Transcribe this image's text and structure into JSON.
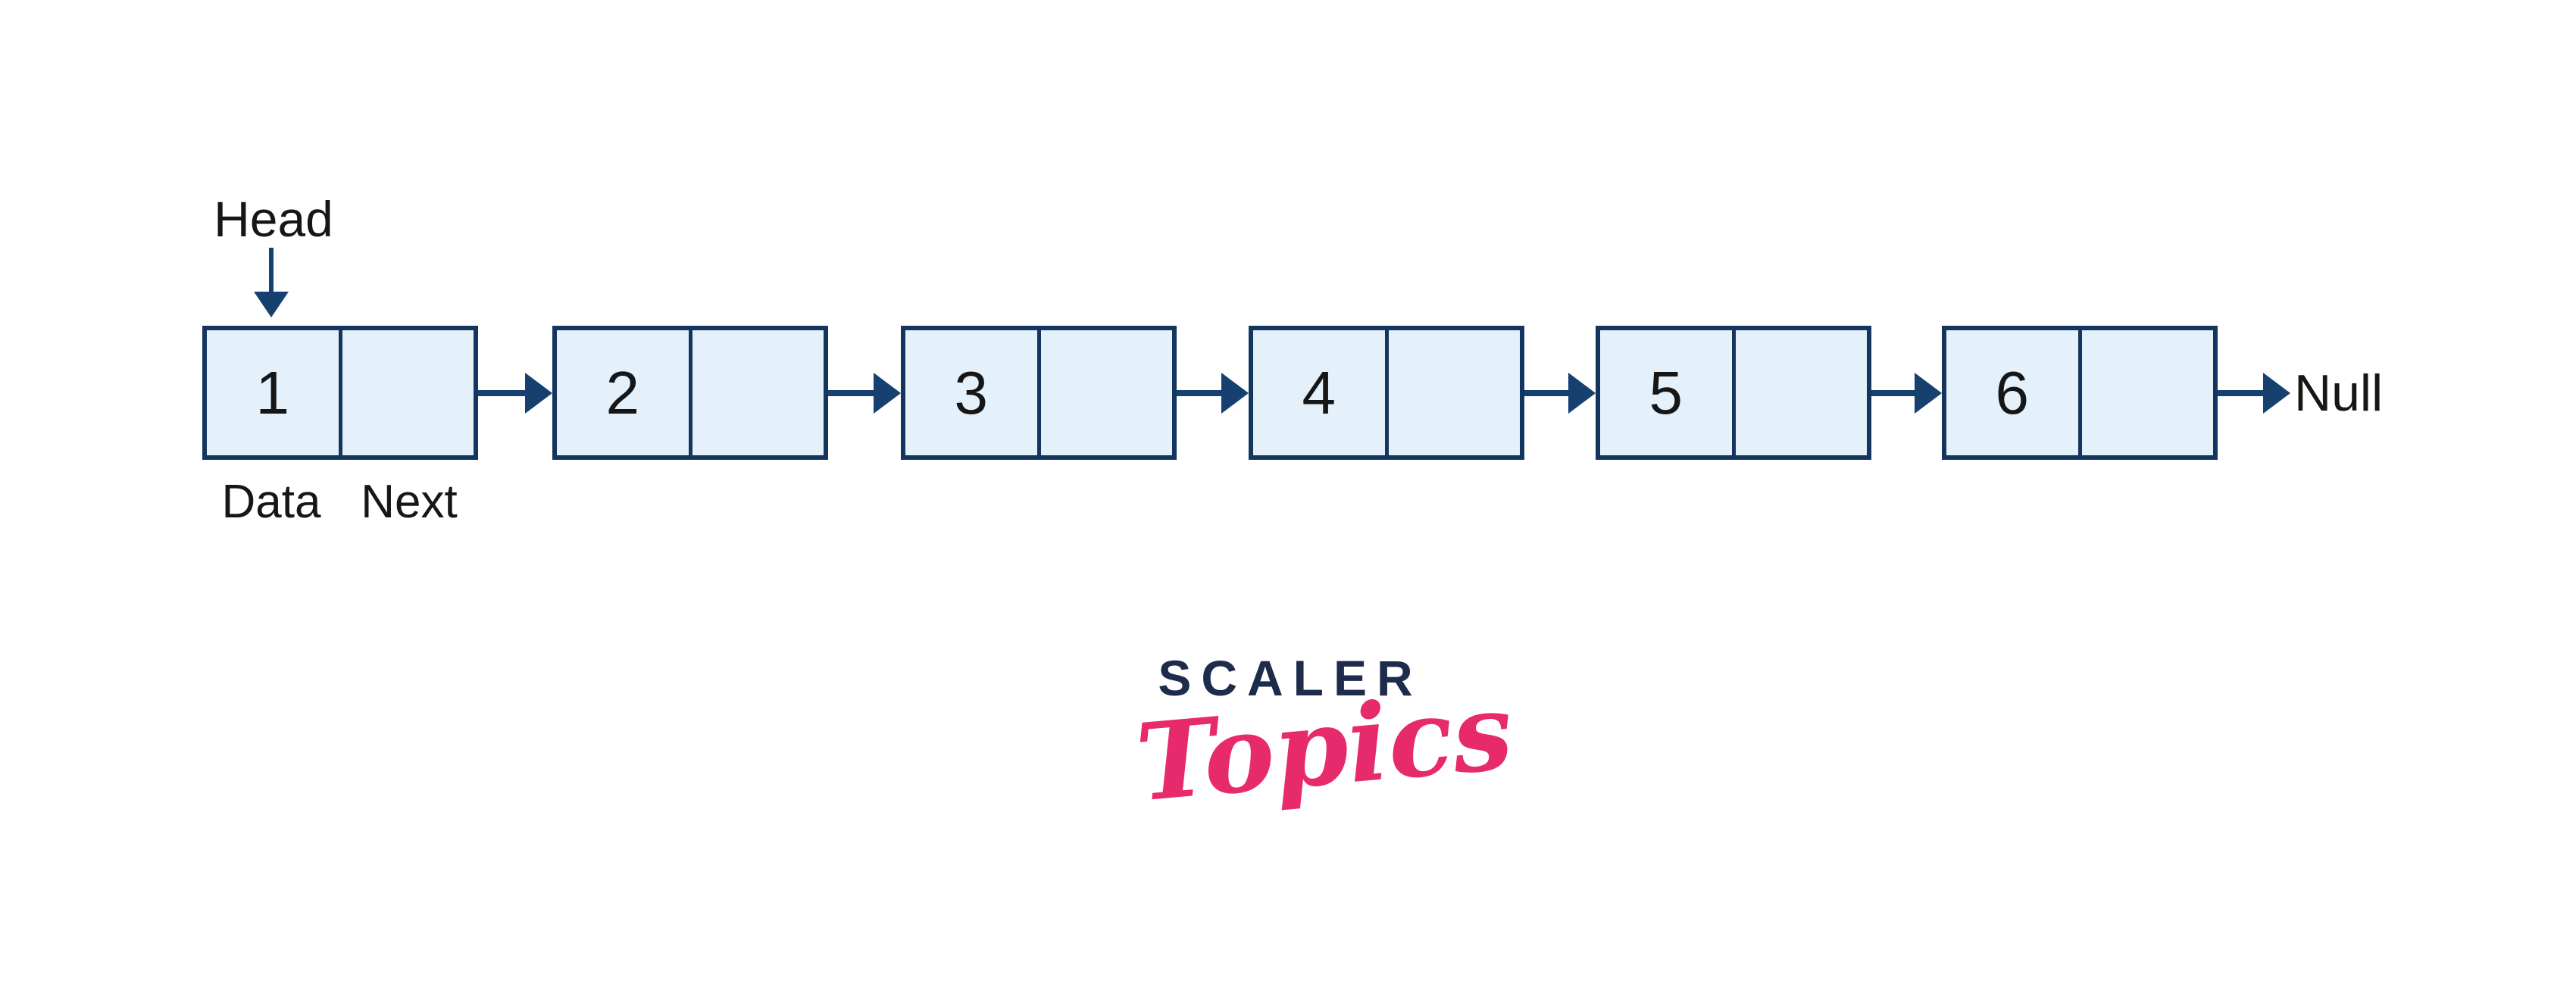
{
  "diagram": {
    "title": "singly-linked-list",
    "head_label": "Head",
    "data_label": "Data",
    "next_label": "Next",
    "null_label": "Null",
    "nodes": [
      {
        "value": "1"
      },
      {
        "value": "2"
      },
      {
        "value": "3"
      },
      {
        "value": "4"
      },
      {
        "value": "5"
      },
      {
        "value": "6"
      }
    ]
  },
  "logo": {
    "brand": "SCALER",
    "sub": "Topics"
  },
  "colors": {
    "bg": "#ffffff",
    "node-fill": "#e4f1fb",
    "node-border": "#14365e",
    "arrow": "#16406f",
    "logo-navy": "#1e2c4c",
    "logo-pink": "#e72a6b"
  }
}
